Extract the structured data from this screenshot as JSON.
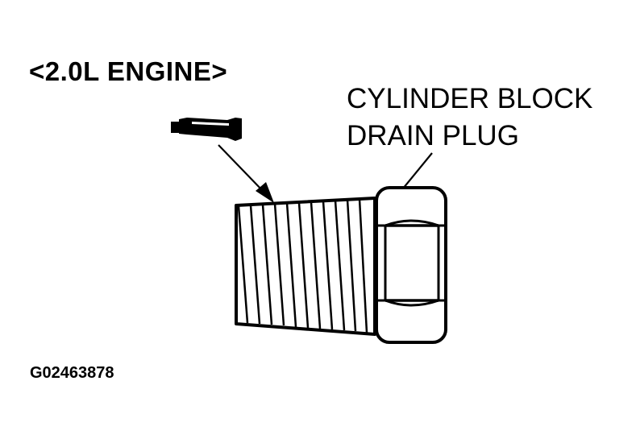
{
  "engine_label": "<2.0L ENGINE>",
  "part_label": {
    "line1": "CYLINDER BLOCK",
    "line2": "DRAIN PLUG"
  },
  "figure_id": "G02463878",
  "icons": {
    "sealant": "sealant-tube-icon",
    "plug": "drain-plug-icon"
  },
  "colors": {
    "ink": "#000000",
    "background": "#ffffff"
  }
}
